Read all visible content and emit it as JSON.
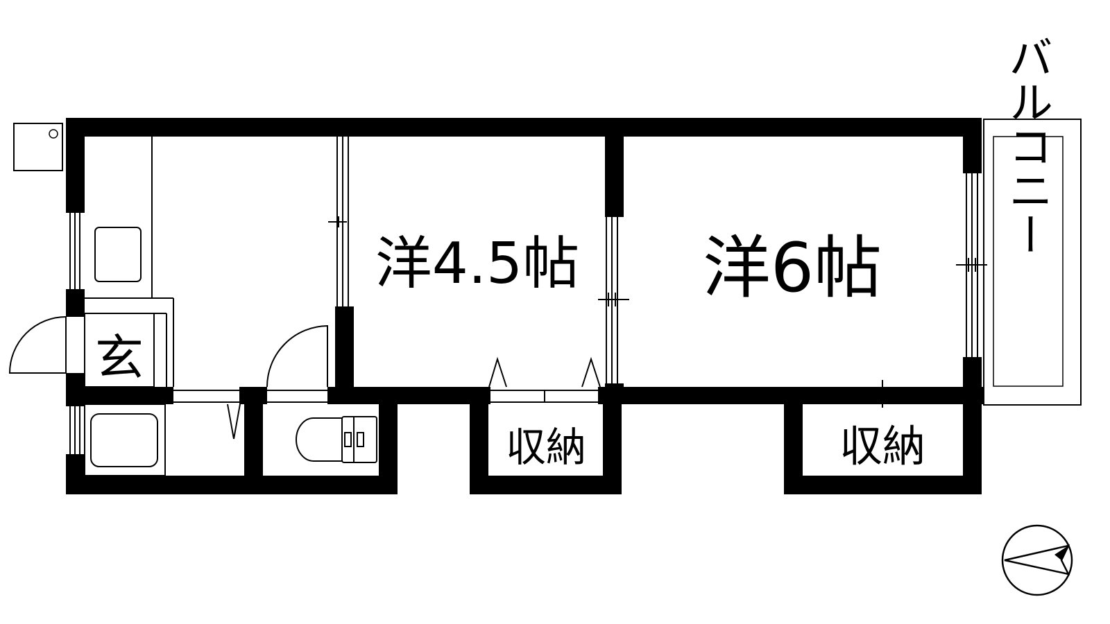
{
  "colors": {
    "wall": "#000000",
    "background": "#ffffff"
  },
  "rooms": {
    "western_small": {
      "label": "洋4.5帖"
    },
    "western_large": {
      "label": "洋6帖"
    },
    "entrance": {
      "label": "玄"
    },
    "storage_left": {
      "label": "収納"
    },
    "storage_right": {
      "label": "収納"
    },
    "balcony": {
      "label": "バルコニー"
    }
  },
  "icons": {
    "north": "north-arrow-icon",
    "toilet": "toilet-icon",
    "bathtub": "bathtub-icon",
    "sink": "kitchen-sink-icon",
    "washer": "washing-machine-pan-icon"
  }
}
